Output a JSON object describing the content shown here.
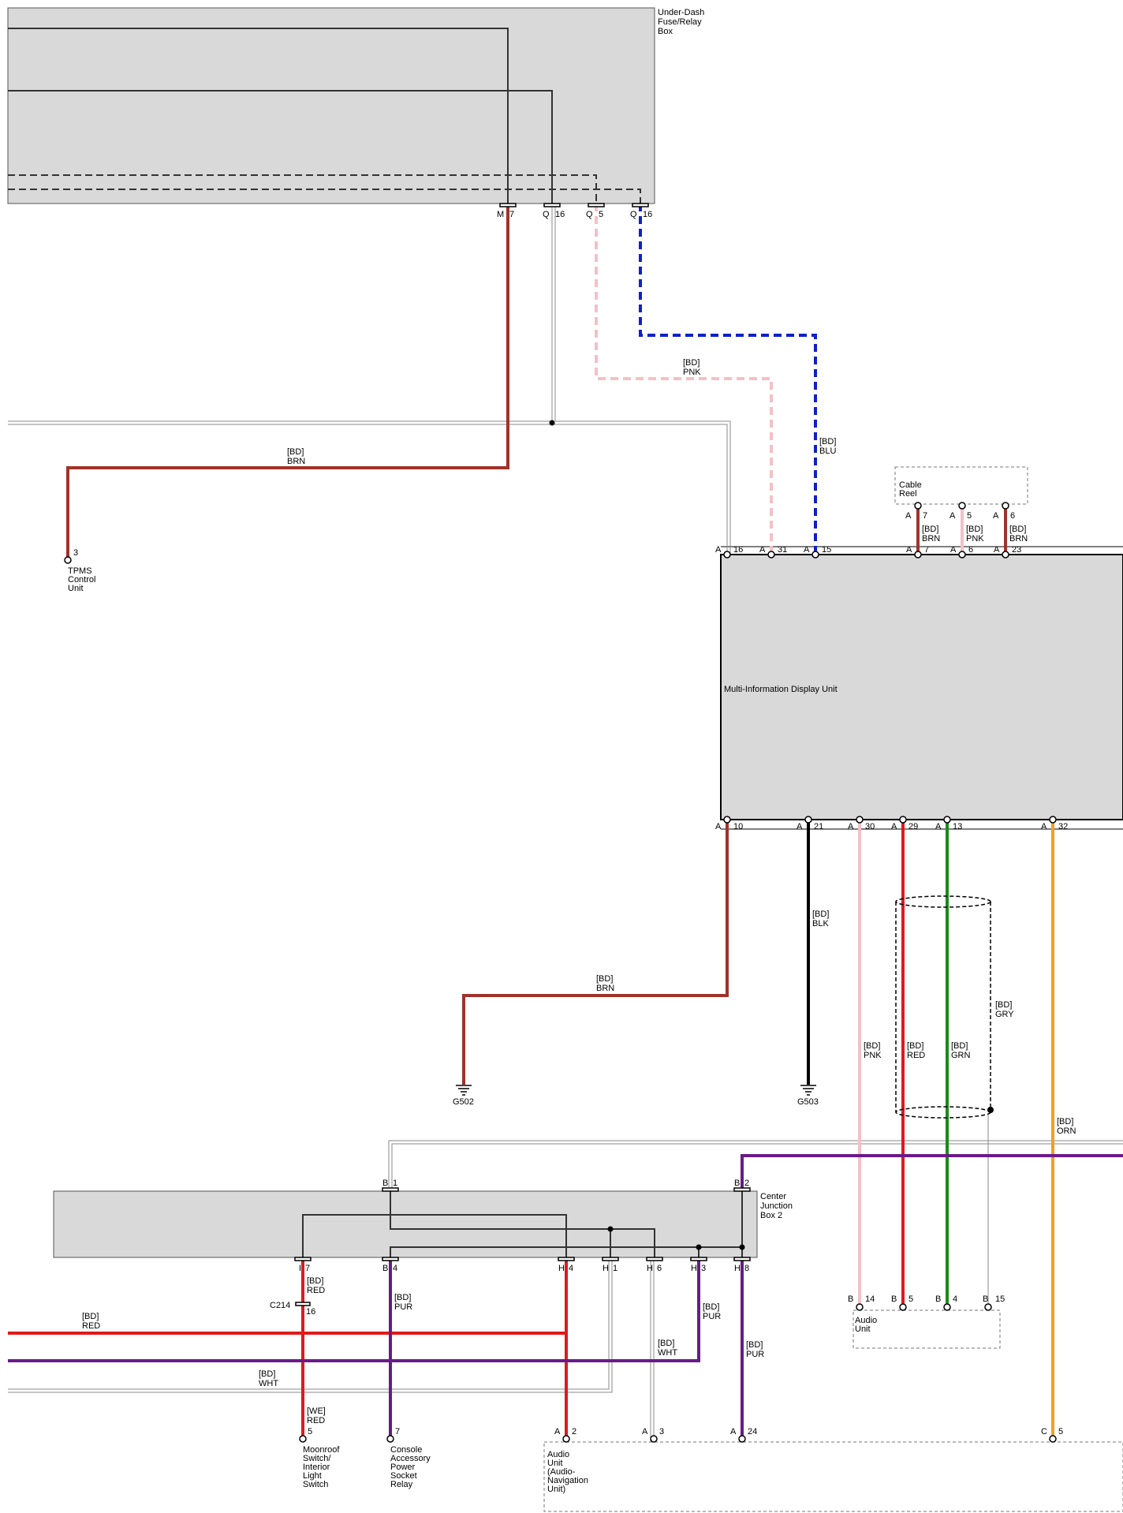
{
  "colors": {
    "brown": "#a0322b",
    "pink": "#f4c0c6",
    "blue": "#1020c8",
    "black": "#000000",
    "red": "#e01a1a",
    "green": "#1a8a1a",
    "orange": "#f0a020",
    "purple": "#6a1a8a",
    "white_wire": "#888888",
    "box_fill": "#d9d9d9",
    "box_stroke": "#555555",
    "inner_line": "#333333"
  },
  "icons": [
    "ground-icon",
    "splice-dot",
    "connector-terminal",
    "shield-icon"
  ],
  "components": {
    "fuse_box": [
      "Under-Dash",
      "Fuse/Relay",
      "Box"
    ],
    "tpms": [
      "TPMS",
      "Control",
      "Unit"
    ],
    "cable_reel": [
      "Cable",
      "Reel"
    ],
    "midu": "Multi-Information Display Unit",
    "cjb2": [
      "Center",
      "Junction",
      "Box 2"
    ],
    "audio_unit_b": [
      "Audio",
      "Unit"
    ],
    "audio_unit_a": [
      "Audio",
      "Unit",
      "(Audio-",
      "Navigation",
      "Unit)"
    ],
    "moonroof": [
      "Moonroof",
      "Switch/",
      "Interior",
      "Light",
      "Switch"
    ],
    "console": [
      "Console",
      "Accessory",
      "Power",
      "Socket",
      "Relay"
    ]
  },
  "grounds": {
    "g502": "G502",
    "g503": "G503"
  },
  "connectors": {
    "fuse_m7": [
      "M",
      "7"
    ],
    "fuse_q16a": [
      "Q",
      "16"
    ],
    "fuse_q5": [
      "Q",
      "5"
    ],
    "fuse_q16b": [
      "Q",
      "16"
    ],
    "tpms_3": "3",
    "cr_7": [
      "A",
      "7"
    ],
    "cr_5": [
      "A",
      "5"
    ],
    "cr_6": [
      "A",
      "6"
    ],
    "mid_a16": [
      "A",
      "16"
    ],
    "mid_a31": [
      "A",
      "31"
    ],
    "mid_a15": [
      "A",
      "15"
    ],
    "mid_a7": [
      "A",
      "7"
    ],
    "mid_a6": [
      "A",
      "6"
    ],
    "mid_a23": [
      "A",
      "23"
    ],
    "mid_a10": [
      "A",
      "10"
    ],
    "mid_a21": [
      "A",
      "21"
    ],
    "mid_a30": [
      "A",
      "30"
    ],
    "mid_a29": [
      "A",
      "29"
    ],
    "mid_a13": [
      "A",
      "13"
    ],
    "mid_a32": [
      "A",
      "32"
    ],
    "cjb_b1": [
      "B",
      "1"
    ],
    "cjb_b2": [
      "B",
      "2"
    ],
    "cjb_i7": [
      "I",
      "7"
    ],
    "cjb_b4": [
      "B",
      "4"
    ],
    "cjb_h4": [
      "H",
      "4"
    ],
    "cjb_h1": [
      "H",
      "1"
    ],
    "cjb_h6": [
      "H",
      "6"
    ],
    "cjb_h3": [
      "H",
      "3"
    ],
    "cjb_h8": [
      "H",
      "8"
    ],
    "c214": "C214",
    "c214_pin": "16",
    "au_b14": [
      "B",
      "14"
    ],
    "au_b5": [
      "B",
      "5"
    ],
    "au_b4": [
      "B",
      "4"
    ],
    "au_b15": [
      "B",
      "15"
    ],
    "moon_5": "5",
    "console_7": "7",
    "au_a2": [
      "A",
      "2"
    ],
    "au_a3": [
      "A",
      "3"
    ],
    "au_a24": [
      "A",
      "24"
    ],
    "au_c5": [
      "C",
      "5"
    ]
  },
  "wire_labels": {
    "tpms_brn": [
      "[BD]",
      "BRN"
    ],
    "q5_pnk": [
      "[BD]",
      "PNK"
    ],
    "q16_blu": [
      "[BD]",
      "BLU"
    ],
    "cr7_brn": [
      "[BD]",
      "BRN"
    ],
    "cr5_pnk": [
      "[BD]",
      "PNK"
    ],
    "cr6_brn": [
      "[BD]",
      "BRN"
    ],
    "a10_brn": [
      "[BD]",
      "BRN"
    ],
    "a21_blk": [
      "[BD]",
      "BLK"
    ],
    "shield_gry": [
      "[BD]",
      "GRY"
    ],
    "a30_pnk": [
      "[BD]",
      "PNK"
    ],
    "a29_red": [
      "[BD]",
      "RED"
    ],
    "a13_grn": [
      "[BD]",
      "GRN"
    ],
    "a32_orn": [
      "[BD]",
      "ORN"
    ],
    "i7_red": [
      "[BD]",
      "RED"
    ],
    "b4_pur": [
      "[BD]",
      "PUR"
    ],
    "h3_pur": [
      "[BD]",
      "PUR"
    ],
    "h8_pur": [
      "[BD]",
      "PUR"
    ],
    "h6_wht": [
      "[BD]",
      "WHT"
    ],
    "left_red": [
      "[BD]",
      "RED"
    ],
    "left_wht": [
      "[BD]",
      "WHT"
    ],
    "moon_red": [
      "[WE]",
      "RED"
    ]
  }
}
